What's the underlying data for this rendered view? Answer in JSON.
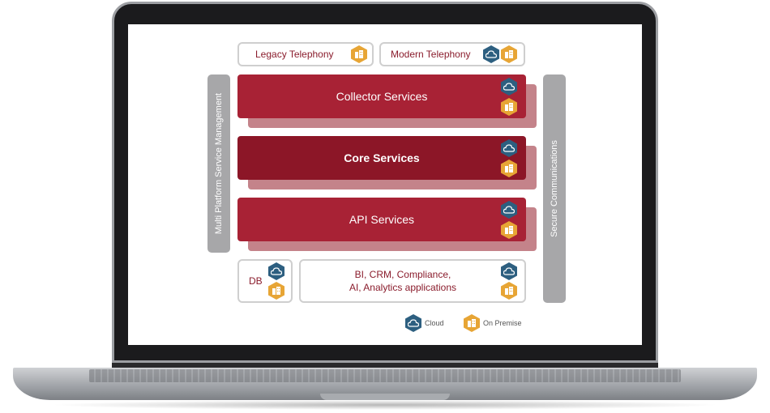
{
  "telephony": {
    "legacy_label": "Legacy Telephony",
    "modern_label": "Modern Telephony"
  },
  "layers": {
    "collector_label": "Collector Services",
    "core_label": "Core Services",
    "api_label": "API Services"
  },
  "side_bars": {
    "left_label": "Multi Platform Service Management",
    "right_label": "Secure Communications"
  },
  "storage": {
    "db_label": "DB",
    "apps_line1": "BI, CRM, Compliance,",
    "apps_line2": "AI, Analytics applications"
  },
  "legend": {
    "cloud_label": "Cloud",
    "on_premise_label": "On Premise"
  },
  "colors": {
    "layer_red": "#a82235",
    "core_red": "#8c1627",
    "cloud_blue": "#2d5f80",
    "premise_orange": "#e7a535",
    "sidebar_gray": "#a7a7a9"
  }
}
